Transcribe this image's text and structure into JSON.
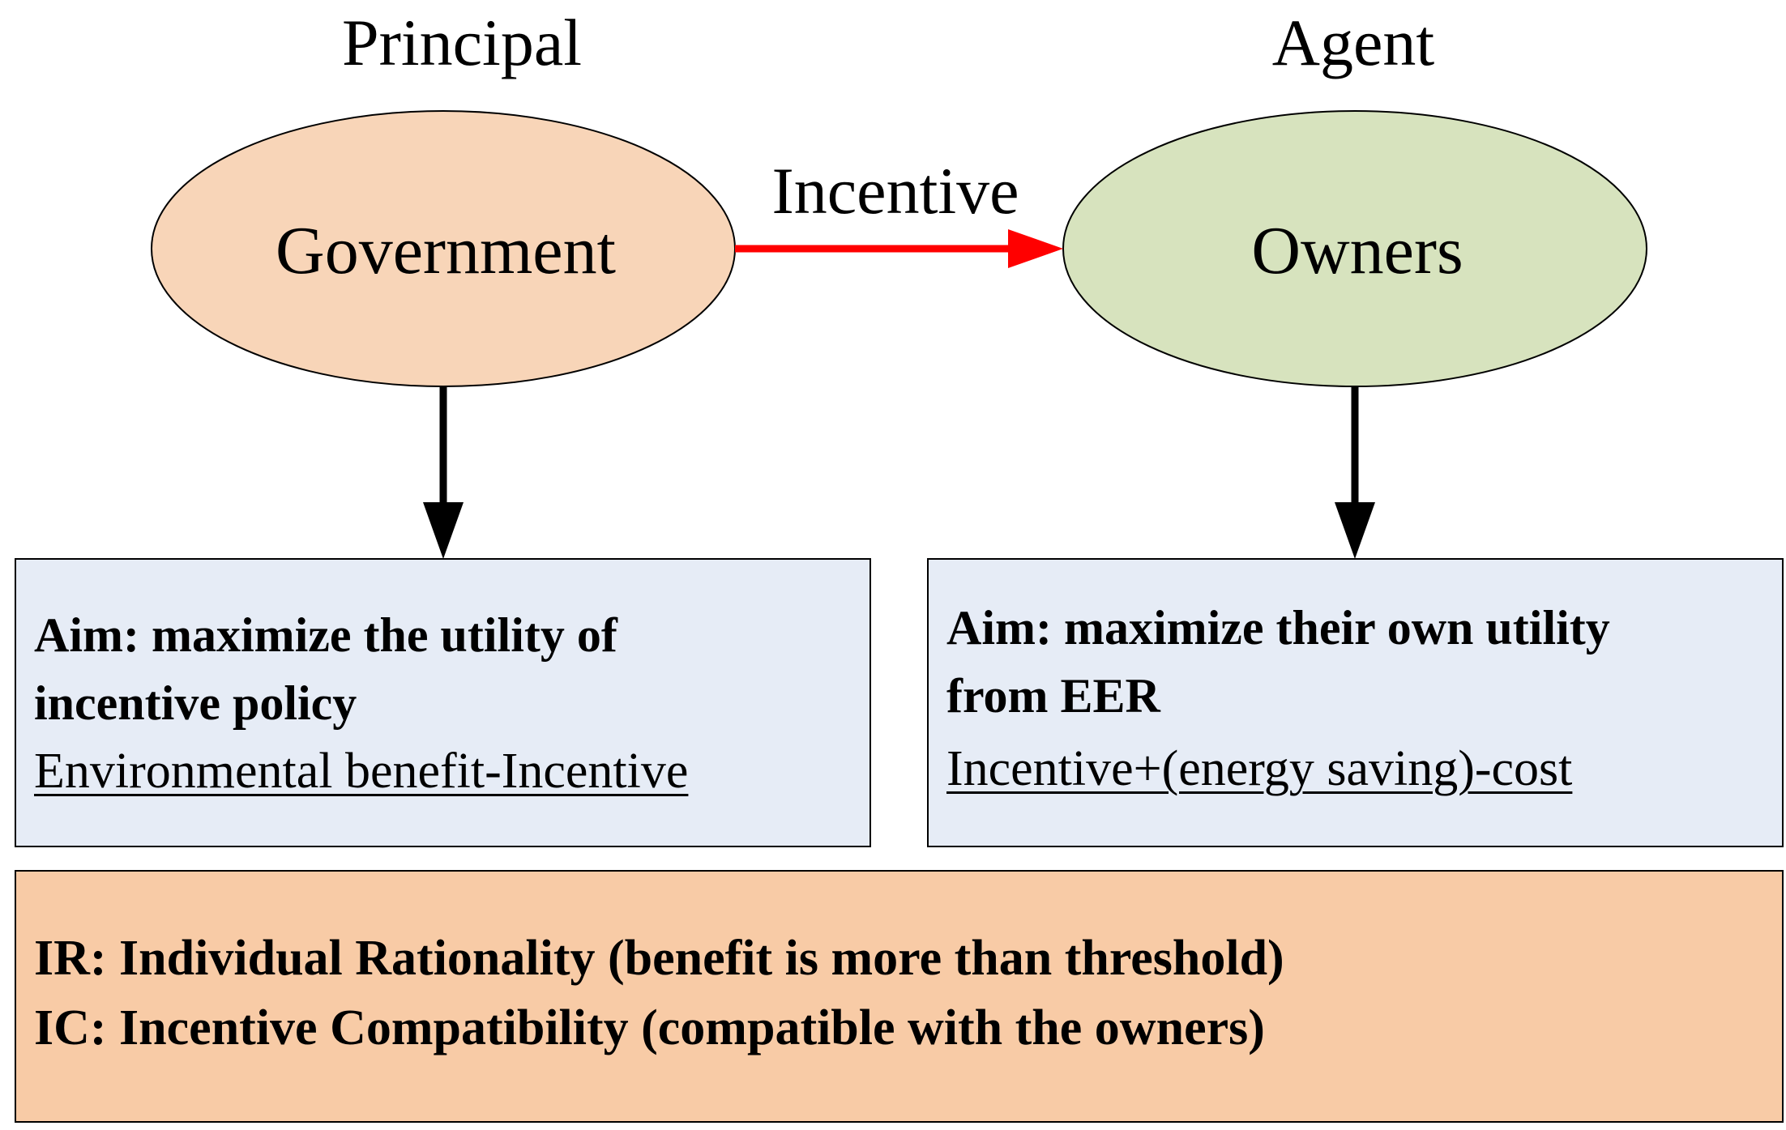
{
  "roles": {
    "principal": "Principal",
    "agent": "Agent"
  },
  "nodes": {
    "government": {
      "label": "Government",
      "fill": "#f8d5b8"
    },
    "owners": {
      "label": "Owners",
      "fill": "#d7e3be"
    }
  },
  "edge": {
    "label": "Incentive",
    "color": "#ff0000"
  },
  "government_box": {
    "aim_line1": "Aim: maximize the utility of",
    "aim_line2": "incentive policy",
    "formula": "Environmental benefit-Incentive",
    "fill": "#e6ecf6"
  },
  "owners_box": {
    "aim_line1": "Aim: maximize their own utility",
    "aim_line2": "from EER",
    "formula": "Incentive+(energy saving)-cost",
    "fill": "#e6ecf6"
  },
  "constraints": {
    "ir": "IR: Individual Rationality (benefit is more than threshold)",
    "ic": "IC: Incentive Compatibility (compatible with the owners)",
    "fill": "#f8cba6"
  }
}
